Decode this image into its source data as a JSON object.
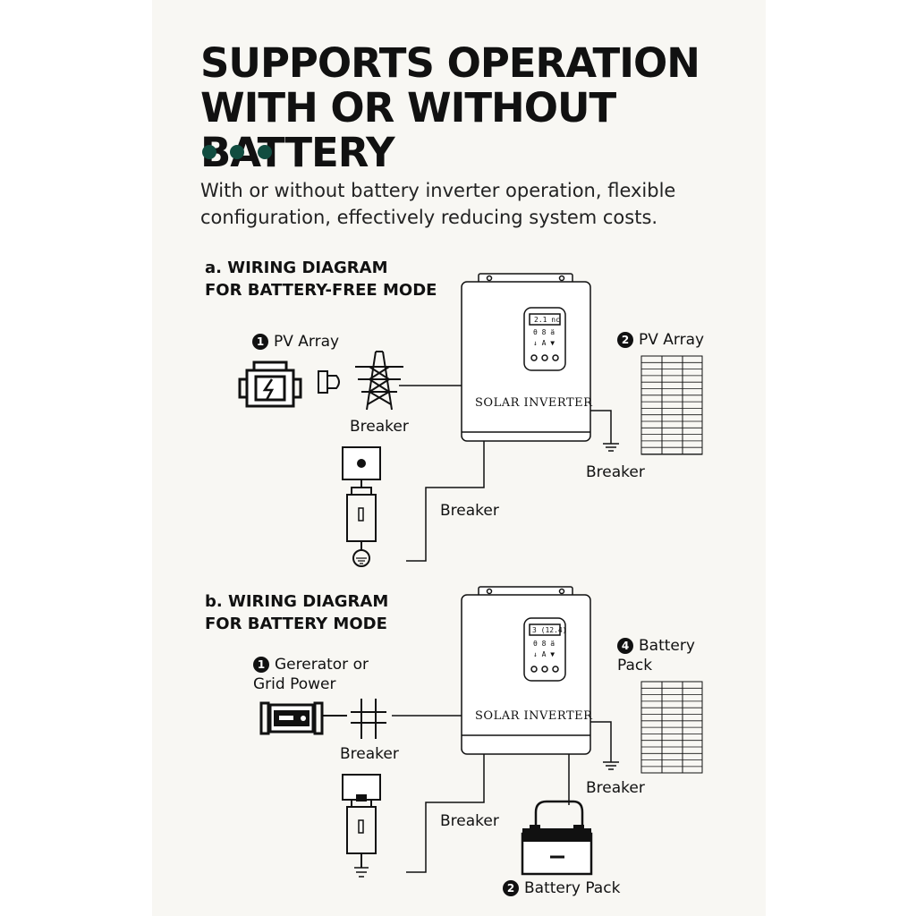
{
  "header": {
    "title_line1": "SUPPORTS OPERATION",
    "title_line2": "WITH OR WITHOUT BATTERY",
    "subtitle": "With or without battery inverter operation, flexible configuration, effectively reducing system costs.",
    "dot_color": "#114d40"
  },
  "section_a": {
    "title_line1": "a. WIRING DIAGRAM",
    "title_line2": "FOR BATTERY-FREE MODE",
    "source_num": "1",
    "source_label": "PV Array",
    "breaker_grid": "Breaker",
    "inverter_label": "SOLAR INVERTER",
    "screen_line1": "2.1 nc",
    "screen_line2": "θ 8 ä",
    "screen_line3": "↓ A ▼",
    "pv_num": "2",
    "pv_label": "PV Array",
    "breaker_ground": "Breaker",
    "breaker_load": "Breaker"
  },
  "section_b": {
    "title_line1": "b. WIRING DIAGRAM",
    "title_line2": "FOR BATTERY MODE",
    "source_num": "1",
    "source_label": "Gererator or Grid Power",
    "breaker_grid": "Breaker",
    "inverter_label": "SOLAR INVERTER",
    "screen_line1": "3 (12.4)",
    "screen_line2": "θ 8 ä",
    "screen_line3": "↓ A ▼",
    "pack_num": "4",
    "pack_label": "Battery Pack",
    "breaker_ground": "Breaker",
    "breaker_load": "Breaker",
    "battery_num": "2",
    "battery_label": "Battery Pack"
  }
}
